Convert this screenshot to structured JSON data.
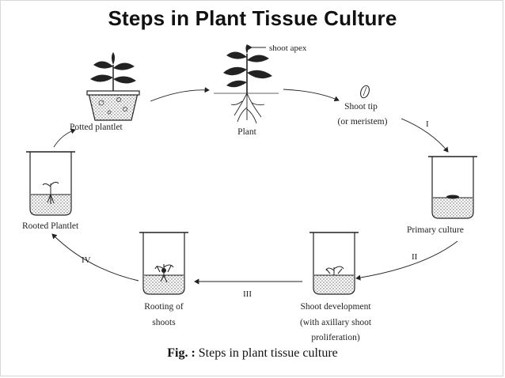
{
  "title": "Steps in Plant Tissue Culture",
  "labels": {
    "shoot_apex": "shoot apex",
    "potted_plantlet": "Potted plantlet",
    "plant": "Plant",
    "shoot_tip_line1": "Shoot tip",
    "shoot_tip_line2": "(or meristem)",
    "rooted_plantlet": "Rooted Plantlet",
    "primary_culture": "Primary culture",
    "rooting_line1": "Rooting of",
    "rooting_line2": "shoots",
    "shoot_dev_line1": "Shoot development",
    "shoot_dev_line2": "(with axillary shoot",
    "shoot_dev_line3": "proliferation)"
  },
  "steps": {
    "step_1": "I",
    "step_2": "II",
    "step_3": "III",
    "step_4": "IV"
  },
  "caption": {
    "prefix": "Fig. :",
    "text": " Steps in plant tissue culture"
  }
}
